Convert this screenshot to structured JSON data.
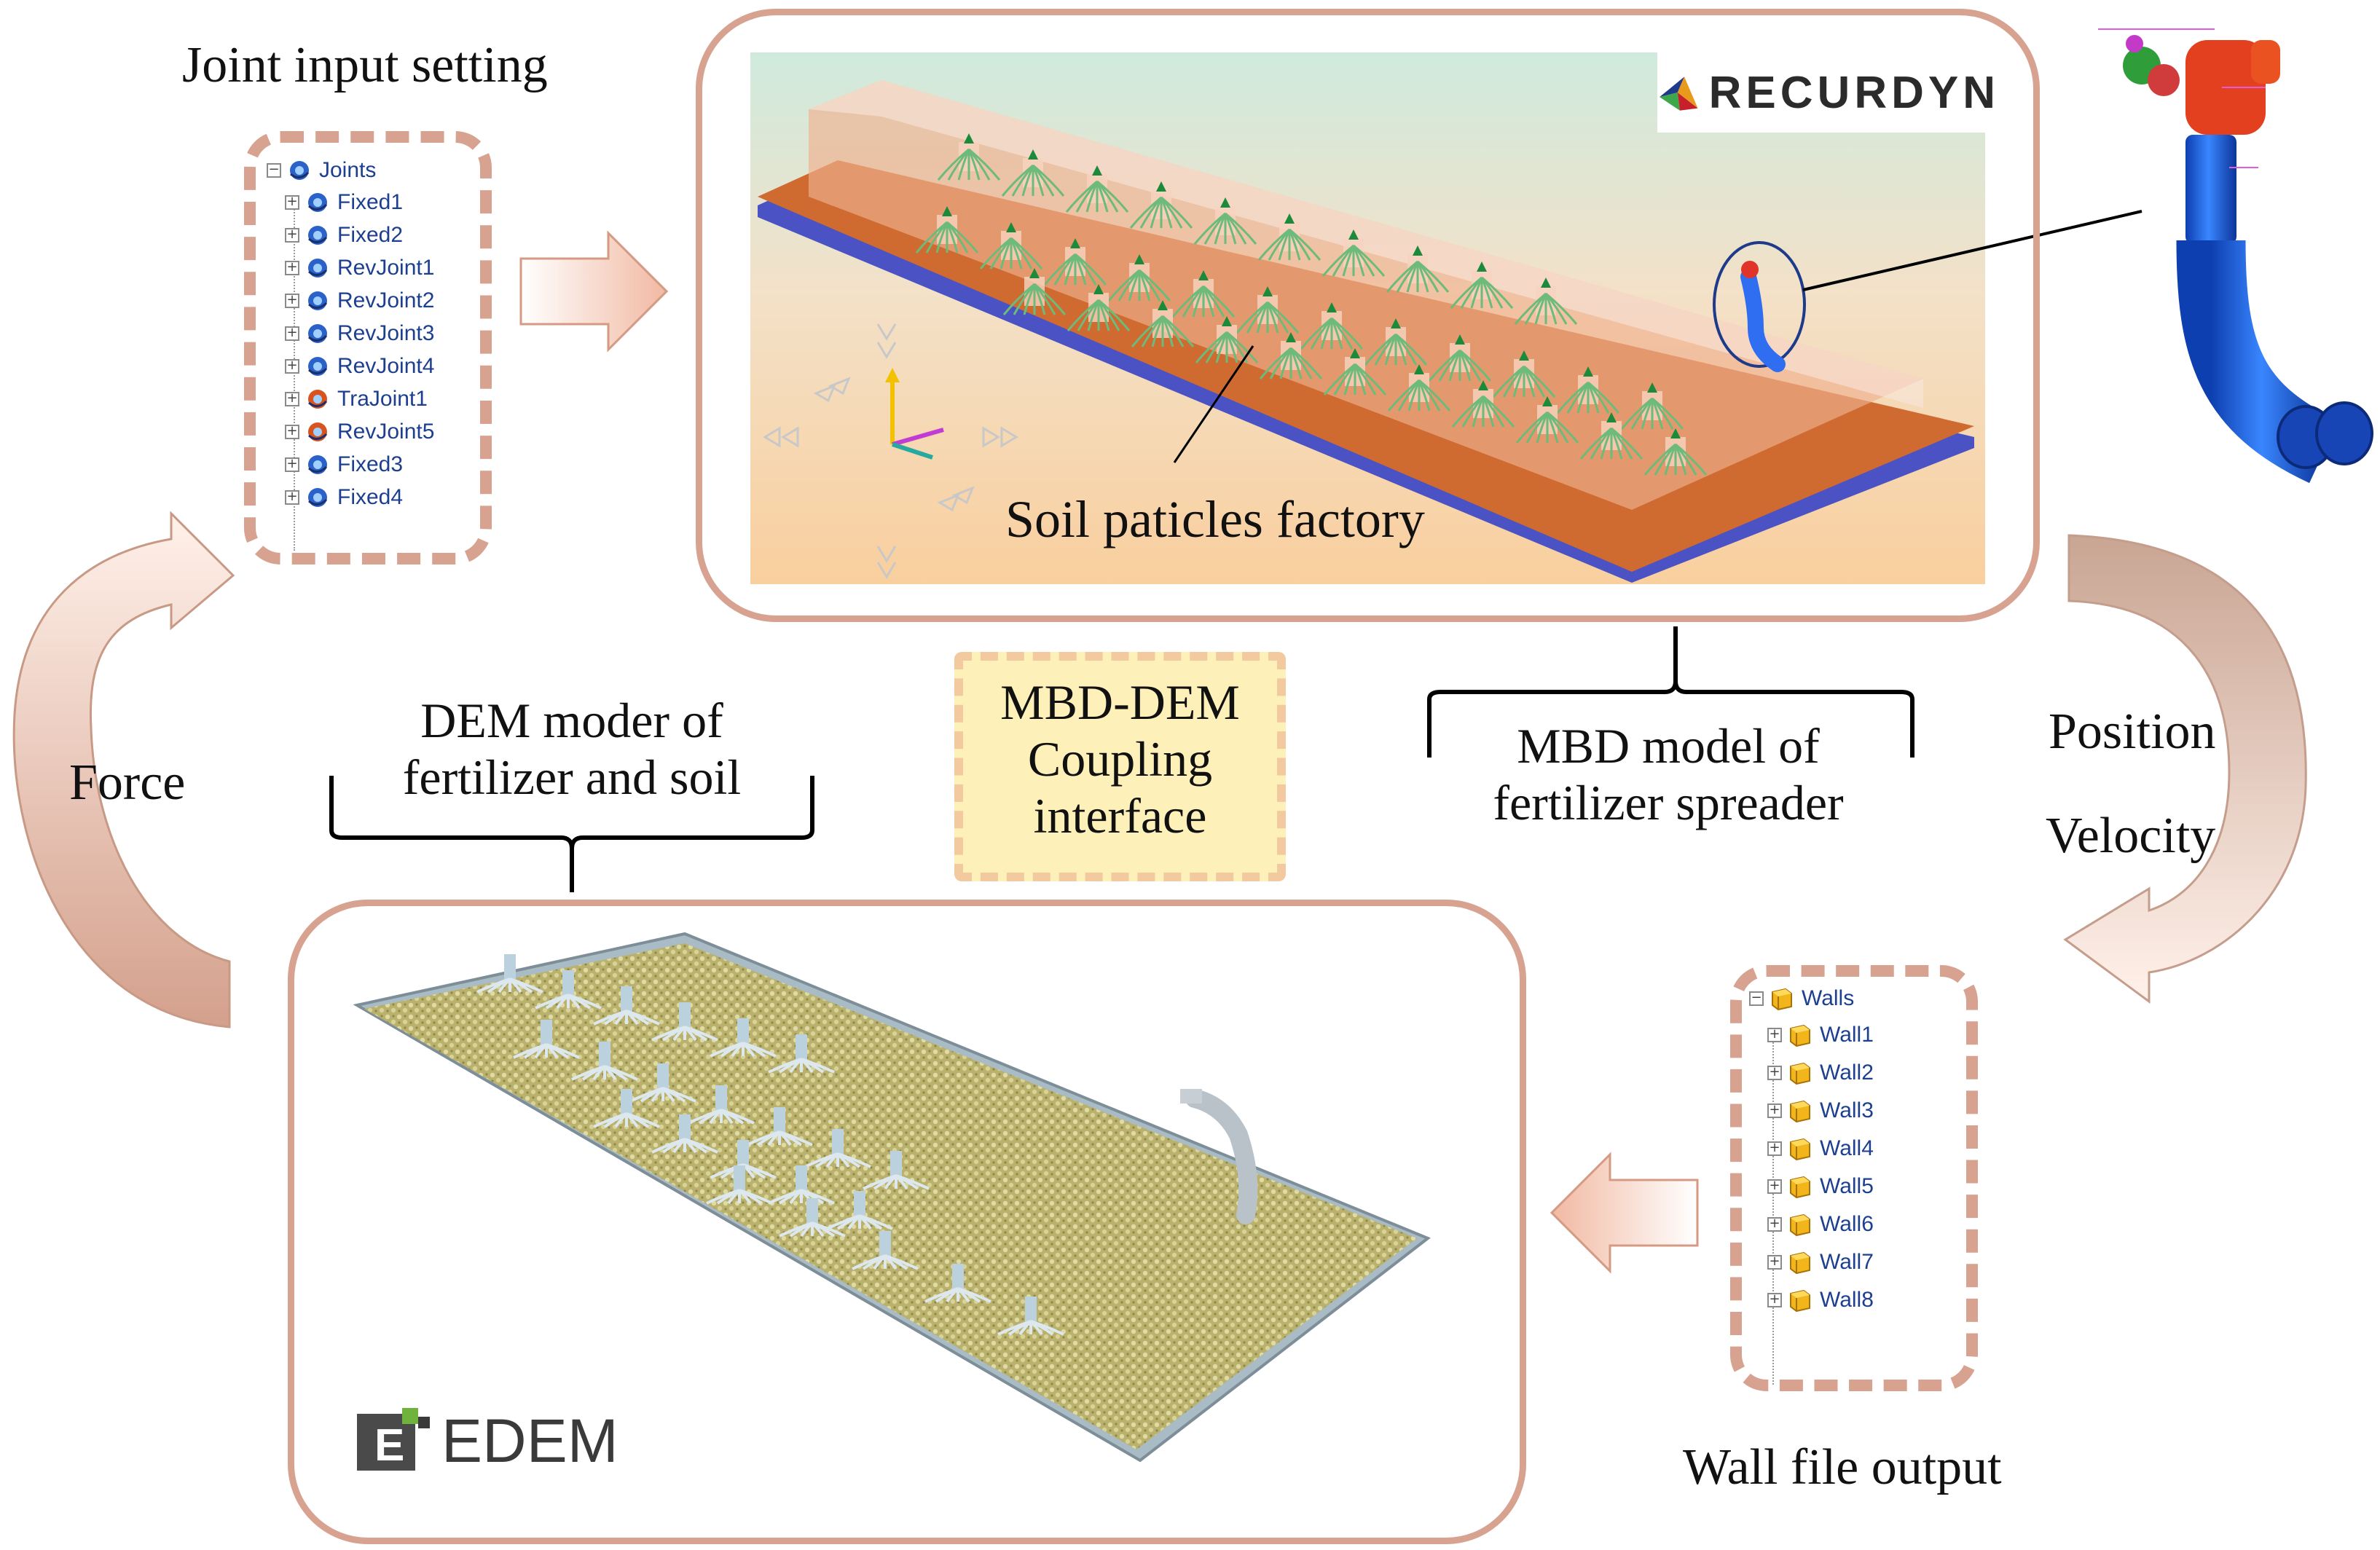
{
  "labels": {
    "joint_input": "Joint input setting",
    "soil_factory": "Soil paticles factory",
    "coupling_interface": "MBD-DEM Coupling interface",
    "coupling_line1": "MBD-DEM",
    "coupling_line2": "Coupling",
    "coupling_line3": "interface",
    "mbd_model_line1": "MBD model of",
    "mbd_model_line2": "fertilizer spreader",
    "dem_model_line1": "DEM moder of",
    "dem_model_line2": "fertilizer and soil",
    "force": "Force",
    "position": "Position",
    "velocity": "Velocity",
    "wall_output": "Wall file output"
  },
  "logos": {
    "recurdyn": "RECURDYN",
    "edem": "EDEM"
  },
  "joints_tree": {
    "root": "Joints",
    "items": [
      {
        "label": "Fixed1",
        "icon": "blue-joint-icon"
      },
      {
        "label": "Fixed2",
        "icon": "blue-joint-icon"
      },
      {
        "label": "RevJoint1",
        "icon": "blue-joint-icon"
      },
      {
        "label": "RevJoint2",
        "icon": "blue-joint-icon"
      },
      {
        "label": "RevJoint3",
        "icon": "blue-joint-icon"
      },
      {
        "label": "RevJoint4",
        "icon": "blue-joint-icon"
      },
      {
        "label": "TraJoint1",
        "icon": "orange-joint-icon"
      },
      {
        "label": "RevJoint5",
        "icon": "orange-joint-icon"
      },
      {
        "label": "Fixed3",
        "icon": "blue-joint-icon"
      },
      {
        "label": "Fixed4",
        "icon": "blue-joint-icon"
      }
    ]
  },
  "walls_tree": {
    "root": "Walls",
    "items": [
      {
        "label": "Wall1"
      },
      {
        "label": "Wall2"
      },
      {
        "label": "Wall3"
      },
      {
        "label": "Wall4"
      },
      {
        "label": "Wall5"
      },
      {
        "label": "Wall6"
      },
      {
        "label": "Wall7"
      },
      {
        "label": "Wall8"
      }
    ]
  },
  "colors": {
    "frame": "#d7a290",
    "arrow_fill": "#f6d3c3",
    "mbd_bg_top": "#cfe9dc",
    "mbd_bg_bottom": "#f8d2a5",
    "soil_plate": "#d2692d",
    "plate_edge": "#5058c8",
    "dem_particles": "#b8b06a",
    "pipe": "#1f5fd8"
  }
}
